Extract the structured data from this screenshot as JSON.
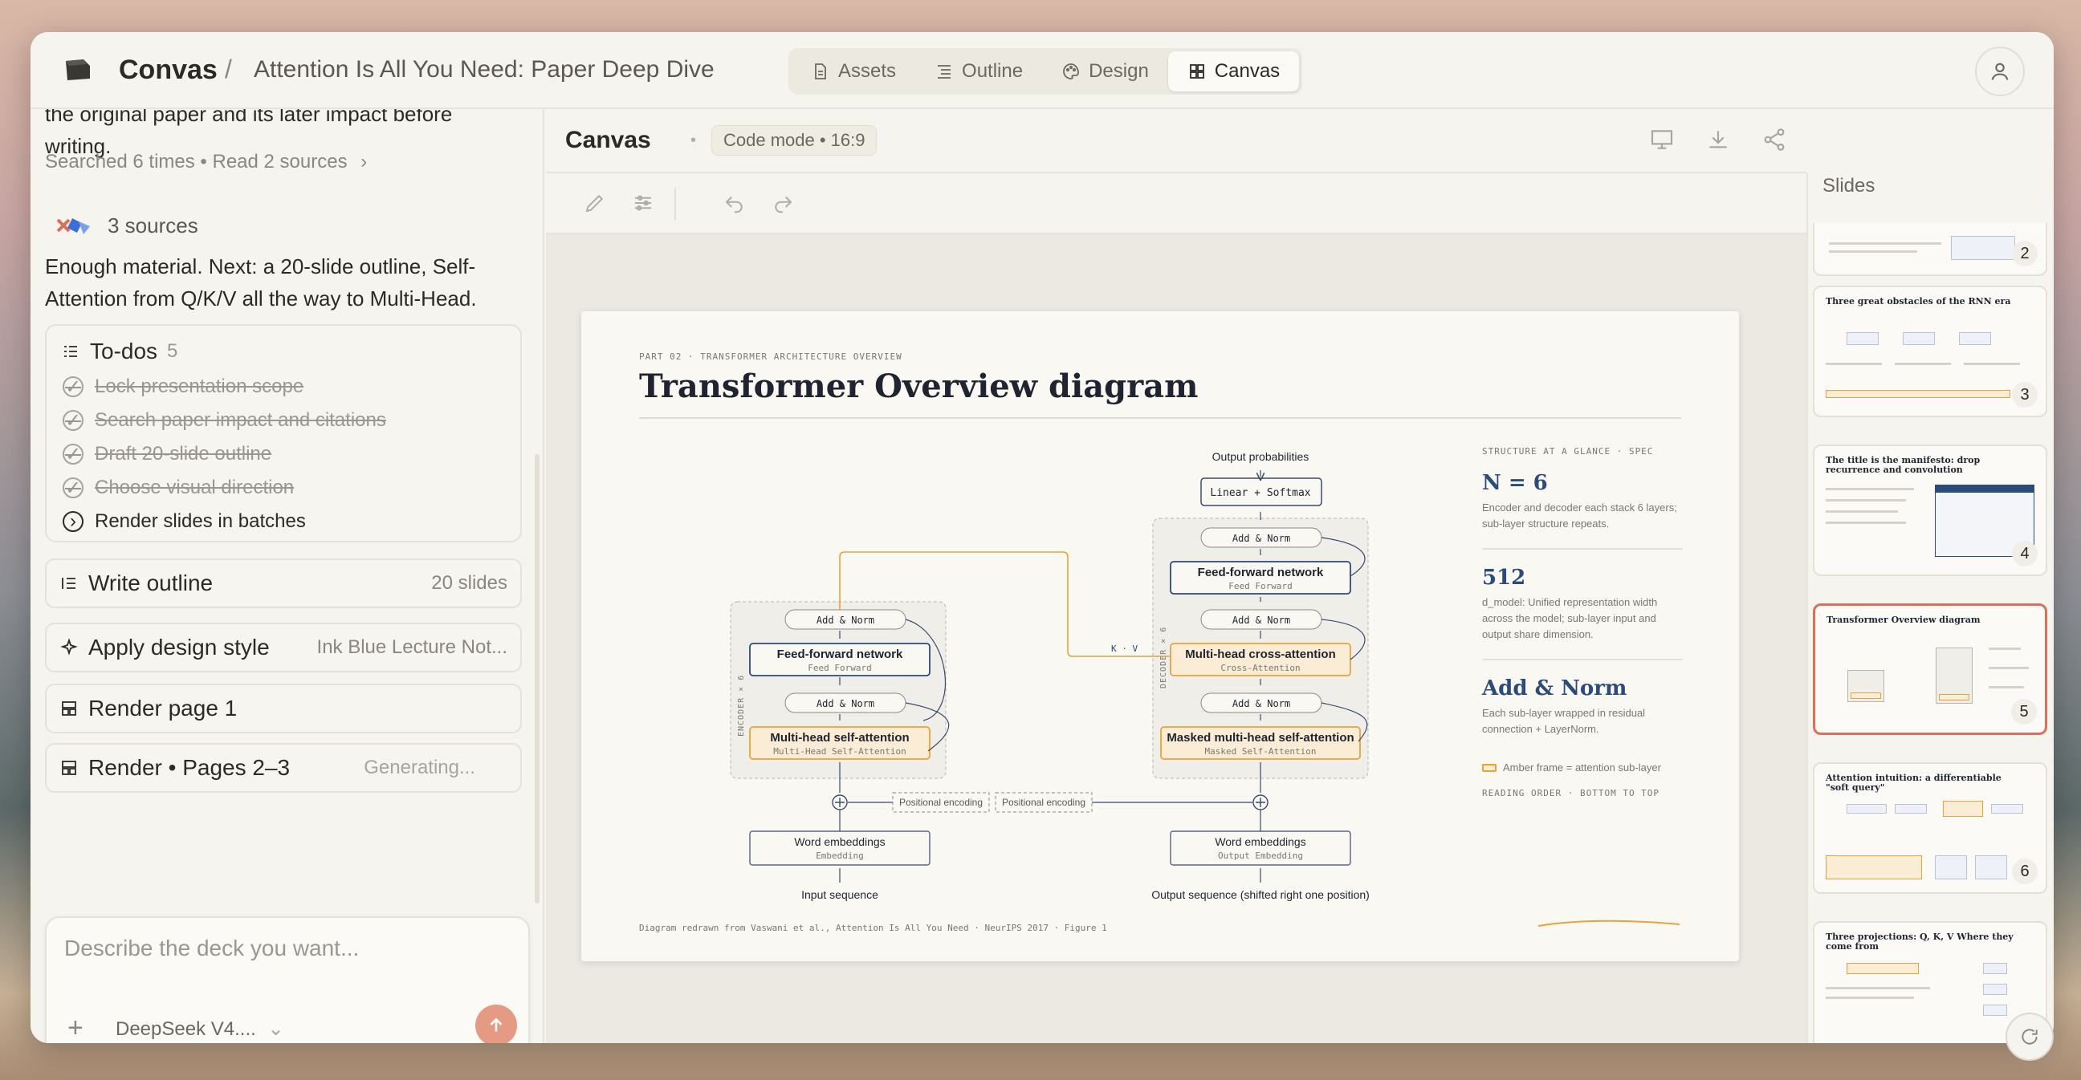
{
  "header": {
    "brand": "Convas",
    "separator": "/",
    "doc_title": "Attention Is All You Need: Paper Deep Dive",
    "tabs": [
      {
        "label": "Assets"
      },
      {
        "label": "Outline"
      },
      {
        "label": "Design"
      },
      {
        "label": "Canvas"
      }
    ]
  },
  "left": {
    "prev_text": "the original paper and its later impact before writing.",
    "search_summary": "Searched 6 times • Read 2 sources",
    "sources_label": "3 sources",
    "message": "Enough material. Next: a 20-slide outline, Self-Attention from Q/K/V all the way to Multi-Head.",
    "todos": {
      "title": "To-dos",
      "count": "5",
      "items": [
        {
          "label": "Lock presentation scope"
        },
        {
          "label": "Search paper impact and citations"
        },
        {
          "label": "Draft 20-slide outline"
        },
        {
          "label": "Choose visual direction"
        },
        {
          "label": "Render slides in batches"
        }
      ]
    },
    "steps": [
      {
        "label": "Write outline",
        "meta": "20 slides"
      },
      {
        "label": "Apply design style",
        "meta": "Ink Blue Lecture Not..."
      },
      {
        "label": "Render page 1",
        "meta": ""
      },
      {
        "label": "Render • Pages 2–3",
        "meta": "Generating..."
      }
    ],
    "composer": {
      "placeholder": "Describe the deck you want...",
      "model": "DeepSeek V4...."
    }
  },
  "canvas": {
    "title": "Canvas",
    "mode": "Code mode • 16:9"
  },
  "slide": {
    "kicker": "PART 02 · TRANSFORMER ARCHITECTURE OVERVIEW",
    "title": "Transformer Overview diagram",
    "footer": "Diagram redrawn from Vaswani et al., Attention Is All You Need · NeurIPS 2017 · Figure 1",
    "diagram": {
      "output_probs": "Output probabilities",
      "linear_softmax": "Linear + Softmax",
      "add_norm": "Add & Norm",
      "ffn": "Feed-forward network",
      "ffn_sub": "Feed Forward",
      "mhsa": "Multi-head self-attention",
      "mhsa_sub": "Multi-Head Self-Attention",
      "cross": "Multi-head cross-attention",
      "cross_sub": "Cross-Attention",
      "masked": "Masked multi-head self-attention",
      "masked_sub": "Masked Self-Attention",
      "encoder_side": "ENCODER × 6",
      "decoder_side": "DECODER × 6",
      "kv": "K · V",
      "pos_enc": "Positional encoding",
      "word_emb": "Word embeddings",
      "emb_sub": "Embedding",
      "out_emb_sub": "Output Embedding",
      "input_seq": "Input sequence",
      "output_seq": "Output sequence (shifted right one position)"
    },
    "spec": {
      "heading": "STRUCTURE AT A GLANCE · SPEC",
      "n_val": "N = 6",
      "n_desc": "Encoder and decoder each stack 6 layers; sub-layer structure repeats.",
      "d_val": "512",
      "d_desc": "d_model: Unified representation width across the model; sub-layer input and output share dimension.",
      "an_val": "Add & Norm",
      "an_desc": "Each sub-layer wrapped in residual connection + LayerNorm.",
      "legend": "Amber frame = attention sub-layer",
      "reading": "READING ORDER · BOTTOM TO TOP"
    }
  },
  "slides_panel": {
    "title": "Slides",
    "thumbs": [
      {
        "num": "2",
        "title": ""
      },
      {
        "num": "3",
        "title": "Three great obstacles of the RNN era"
      },
      {
        "num": "4",
        "title": "The title is the manifesto: drop recurrence and convolution"
      },
      {
        "num": "5",
        "title": "Transformer Overview diagram"
      },
      {
        "num": "6",
        "title": "Attention intuition: a differentiable \"soft query\""
      },
      {
        "num": "",
        "title": "Three projections: Q, K, V Where they come from"
      }
    ]
  },
  "colors": {
    "accent": "#d9705d",
    "ink_blue": "#2c4a7a",
    "amber": "#e8a23c"
  }
}
